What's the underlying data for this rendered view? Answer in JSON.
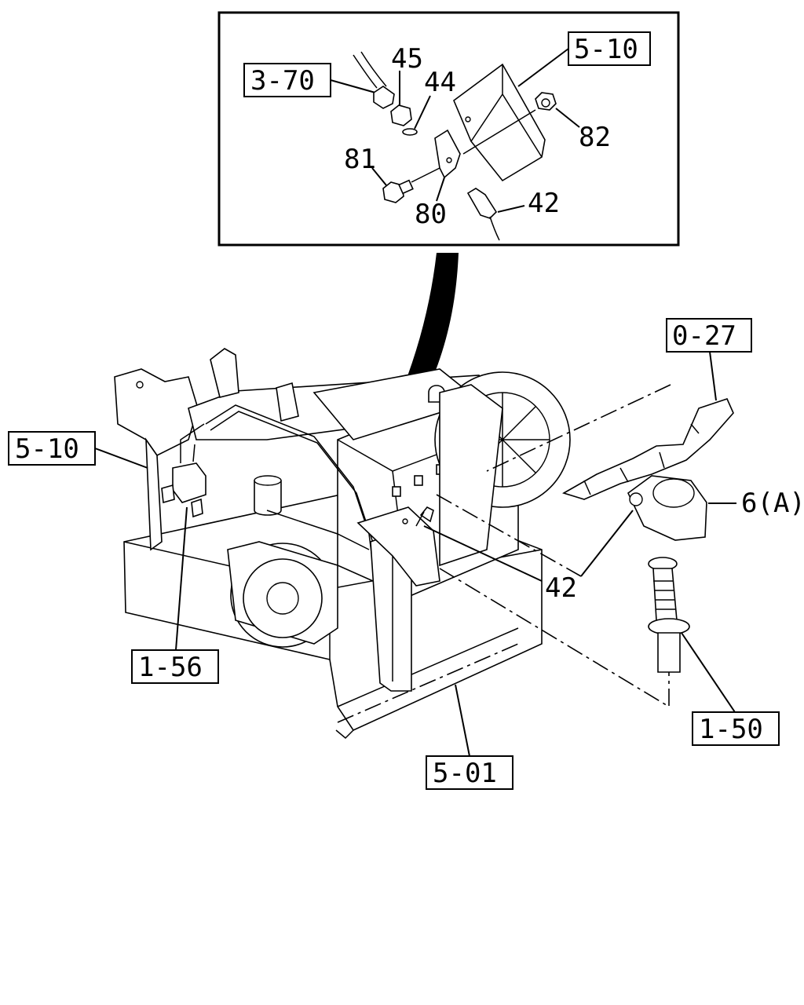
{
  "inset": {
    "refs": [
      "3-70",
      "5-10"
    ],
    "parts": [
      "45",
      "44",
      "82",
      "81",
      "80",
      "42"
    ]
  },
  "main": {
    "refs": [
      "0-27",
      "5-10",
      "1-56",
      "1-50",
      "5-01"
    ],
    "parts": [
      "6(A)",
      "42"
    ]
  }
}
